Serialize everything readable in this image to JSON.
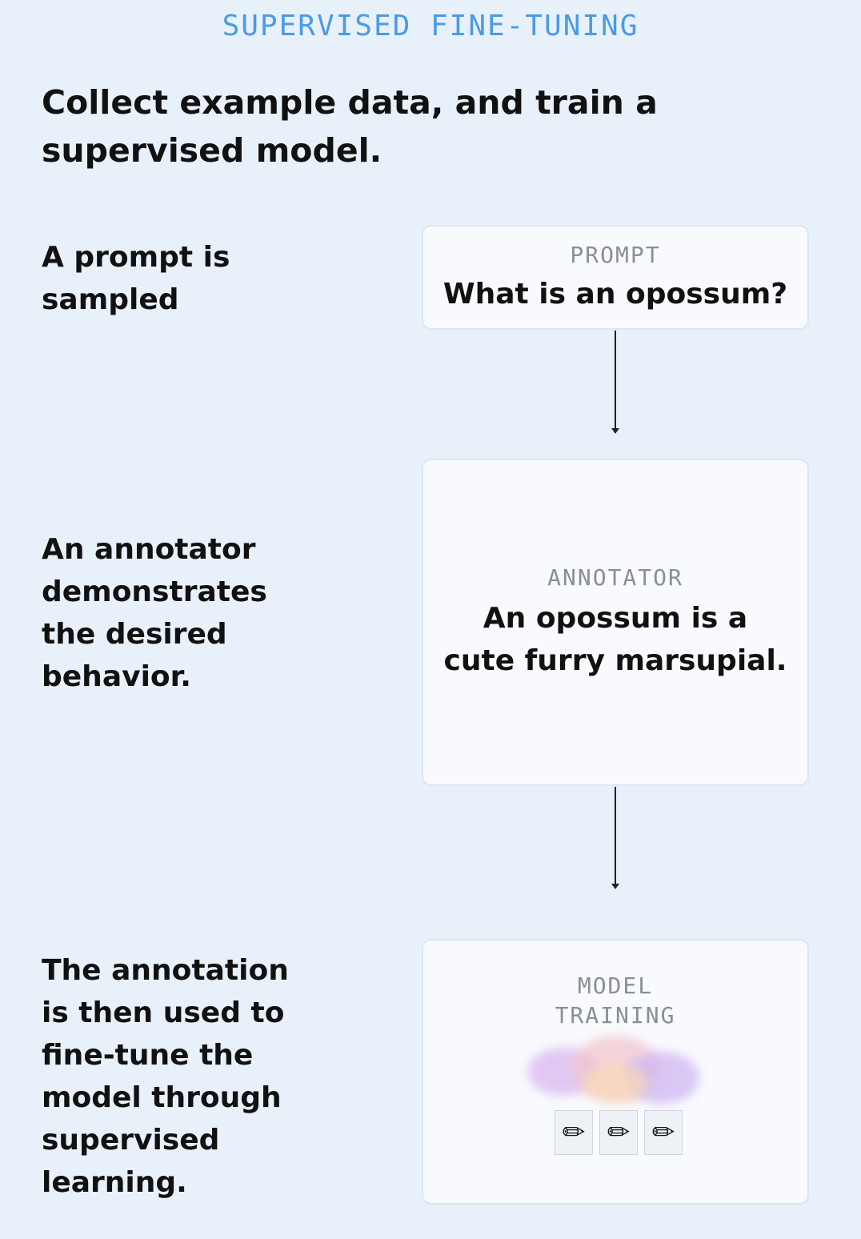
{
  "eyebrow": "SUPERVISED FINE-TUNING",
  "headline": "Collect example data, and train a supervised model.",
  "steps": [
    {
      "text_lines": [
        "A prompt is",
        "sampled"
      ],
      "card_label": "PROMPT",
      "card_body": "What is an opossum?"
    },
    {
      "text_lines": [
        "An annotator",
        "demonstrates",
        "the desired",
        "behavior."
      ],
      "card_label": "ANNOTATOR",
      "card_body_lines": [
        "An opossum is a",
        "cute furry marsupial."
      ]
    },
    {
      "text_lines": [
        "The annotation",
        "is then used to",
        "fine-tune the",
        "model through",
        "supervised",
        "learning."
      ],
      "card_label_lines": [
        "MODEL",
        "TRAINING"
      ],
      "card_icons": [
        "pencil-paper-icon",
        "pencil-paper-icon",
        "pencil-paper-icon"
      ]
    }
  ],
  "colors": {
    "background": "#e8f0fa",
    "eyebrow": "#4a9be6",
    "card": "#f8fafd",
    "label": "#8a8f96"
  }
}
